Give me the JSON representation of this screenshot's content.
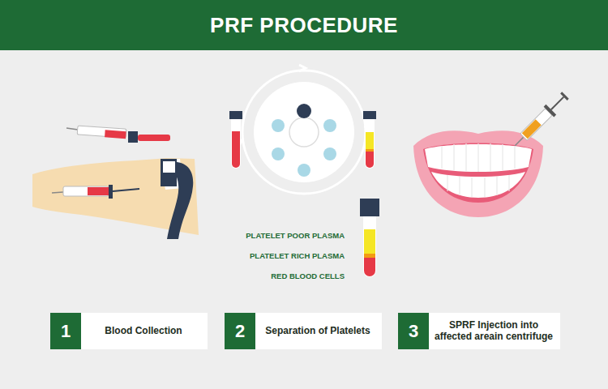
{
  "diagram": {
    "title": "PRF PROCEDURE",
    "nodes": [
      {
        "text": [
          "1",
          "Blood Collection"
        ]
      },
      {
        "text": [
          "2",
          "Separation of Platelets"
        ]
      },
      {
        "text": [
          "3",
          "SPRF Injection into affected areain centrifuge"
        ]
      }
    ],
    "labels": [
      "PLATELET POOR PLASMA",
      "PLATELET RICH PLASMA",
      "RED BLOOD CELLS"
    ]
  }
}
